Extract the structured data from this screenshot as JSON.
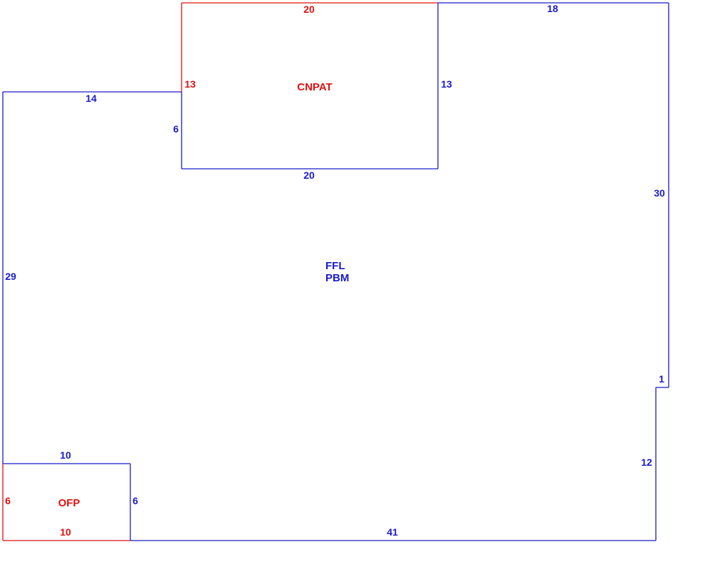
{
  "colors": {
    "main_outline": "#1a1acc",
    "addition_outline": "#dd1111",
    "background": "#ffffff"
  },
  "areas": {
    "main": {
      "label_line1": "FFL",
      "label_line2": "PBM"
    },
    "cnpat": {
      "label": "CNPAT"
    },
    "ofp": {
      "label": "OFP"
    }
  },
  "dimensions": {
    "top_right": "18",
    "right_upper": "30",
    "right_step": "1",
    "right_lower": "12",
    "bottom": "41",
    "left": "29",
    "left_top": "14",
    "cnpat_top": "20",
    "cnpat_left": "13",
    "cnpat_right": "13",
    "cnpat_bottom": "20",
    "notch_left": "6",
    "ofp_top": "10",
    "ofp_left": "6",
    "ofp_right": "6",
    "ofp_bottom": "10"
  }
}
